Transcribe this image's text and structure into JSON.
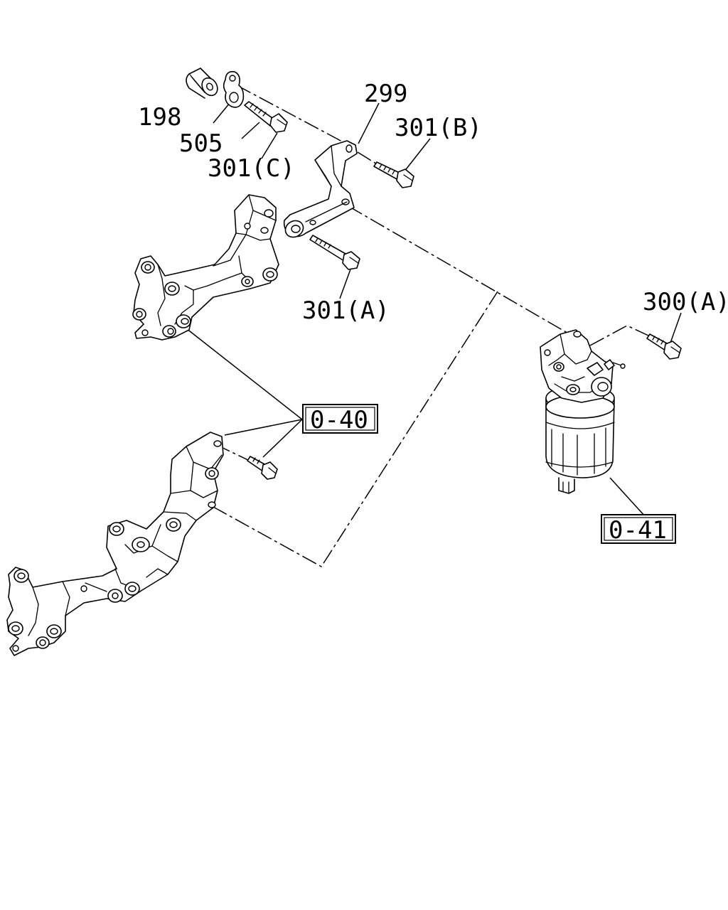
{
  "labels": {
    "p198": "198",
    "p505": "505",
    "p301c": "301(C)",
    "p299": "299",
    "p301b": "301(B)",
    "p301a": "301(A)",
    "p300a": "300(A)",
    "ref040": "0-40",
    "ref041": "0-41"
  },
  "colors": {
    "line": "#000000",
    "background": "#ffffff"
  }
}
